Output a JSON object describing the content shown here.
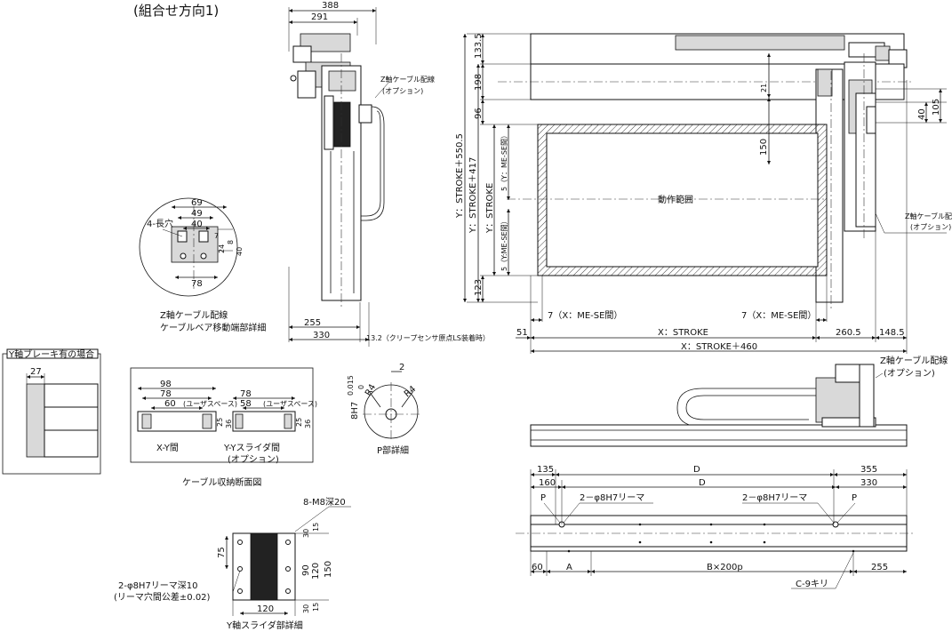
{
  "title": "(組合せ方向1)",
  "side_view": {
    "dims": {
      "d388": "388",
      "d291": "291",
      "d255": "255",
      "d330": "330"
    },
    "z_cable": [
      "Z軸ケーブル配線",
      "(オプション)"
    ],
    "ls_note": "13.2（クリープセンサ原点LS装着時）"
  },
  "detail_circle": {
    "label": "4-長穴",
    "dims": {
      "d69": "69",
      "d49": "49",
      "d40": "40",
      "d78": "78",
      "d7": "7",
      "d24": "24",
      "d8": "8",
      "d40b": "40"
    },
    "caption": [
      "Z軸ケーブル配線",
      "ケーブルベア移動端部詳細"
    ]
  },
  "front_view": {
    "left_dims": {
      "d133": "133.5",
      "d198": "198",
      "d96": "96",
      "d123": "123"
    },
    "y_labels": {
      "y1": "Y：STROKE＋550.5",
      "y2": "Y：STROKE＋417",
      "y3": "Y：STROKE",
      "y4": "5（Y：ME-SE間）",
      "y5": "5（Y:ME-SE間）"
    },
    "inner": {
      "d21": "21",
      "d150": "150"
    },
    "right_dims": {
      "d40": "40",
      "d105": "105"
    },
    "work_area": "動作範囲",
    "z_cable": [
      "Z軸ケーブル配線",
      "(オプション)"
    ],
    "bottom": {
      "me_left": "7（X：ME-SE間）",
      "me_right": "7（X：ME-SE間）",
      "d51": "51",
      "x_stroke": "X：STROKE",
      "d260": "260.5",
      "d148": "148.5",
      "x_total": "X：STROKE＋460"
    }
  },
  "brake": {
    "title": "Y軸ブレーキ有の場合",
    "d27": "27"
  },
  "cable_section": {
    "xx": {
      "d98": "98",
      "d78": "78",
      "d60": "60",
      "user": "(ユーザスペース)",
      "d25": "25",
      "d36": "36",
      "label": "X-Y間"
    },
    "yy": {
      "d78": "78",
      "d58": "58",
      "user": "(ユーザスペース)",
      "d25": "25",
      "d36": "36",
      "label": [
        "Y-Yスライダ間",
        "(オプション)"
      ]
    },
    "caption": "ケーブル収納断面図"
  },
  "p_detail": {
    "d2": "2",
    "r1": "R4",
    "r2": "R4",
    "h": "8H7",
    "tol": "0.015",
    "tol0": "0",
    "caption": "P部詳細"
  },
  "slider": {
    "tap": "8-M8深20",
    "dims": {
      "d75": "75",
      "d30a": "30",
      "d15a": "15",
      "d90": "90",
      "d120a": "120",
      "d150": "150",
      "d30b": "30",
      "d15b": "15",
      "d120": "120"
    },
    "reamer": [
      "2-φ8H7リーマ深10",
      "(リーマ穴間公差±0.02)"
    ],
    "caption": "Y軸スライダ部詳細"
  },
  "x_axis": {
    "z_cable": [
      "Z軸ケーブル配線",
      "(オプション)"
    ],
    "dims": {
      "d135": "135",
      "dD1": "D",
      "d355": "355",
      "d160": "160",
      "dD2": "D",
      "d330": "330",
      "d60": "60",
      "dA": "A",
      "dB": "B×200p",
      "d255": "255"
    },
    "p1": "P",
    "p2": "P",
    "reamer1": "2－φ8H7リーマ",
    "reamer2": "2－φ8H7リーマ",
    "c9": "C-9キリ"
  }
}
